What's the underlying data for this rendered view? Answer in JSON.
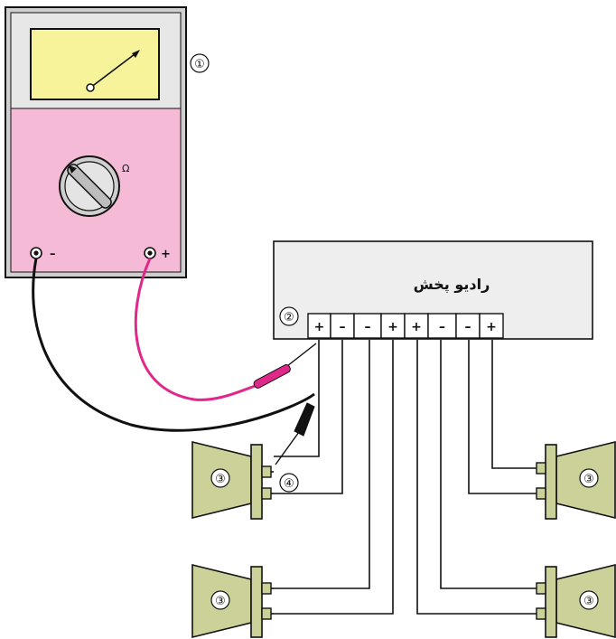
{
  "meter": {
    "ohm_symbol": "Ω",
    "minus_label": "–",
    "plus_label": "+",
    "callout": "①",
    "colors": {
      "screen": "#f7f39a",
      "body": "#f5bad6",
      "frame": "#e7e7e7"
    }
  },
  "radio": {
    "title": "رادیو پخش",
    "callout": "②",
    "terminals": [
      "+",
      "–",
      "–",
      "+",
      "+",
      "–",
      "–",
      "+"
    ],
    "color": "#eeeeee"
  },
  "speakers": {
    "callout": "③",
    "color": "#cbd199",
    "count": 4
  },
  "probe_callout": "④",
  "leads": {
    "red": "#e0288a",
    "black": "#111111"
  }
}
